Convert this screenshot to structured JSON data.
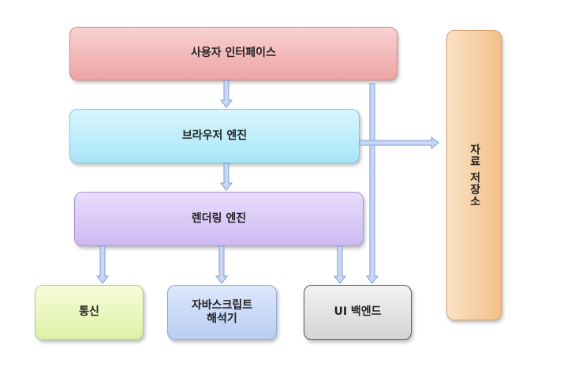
{
  "diagram": {
    "boxes": {
      "user_interface": "사용자 인터페이스",
      "browser_engine": "브라우저 엔진",
      "rendering_engine": "렌더링 엔진",
      "networking": "통신",
      "js_interpreter": "자바스크립트\n해석기",
      "ui_backend": "UI 백엔드",
      "data_storage": "자료 저장소"
    },
    "colors": {
      "arrow_fill": "#c9d7f3",
      "arrow_stroke": "#7f9bd4"
    }
  }
}
